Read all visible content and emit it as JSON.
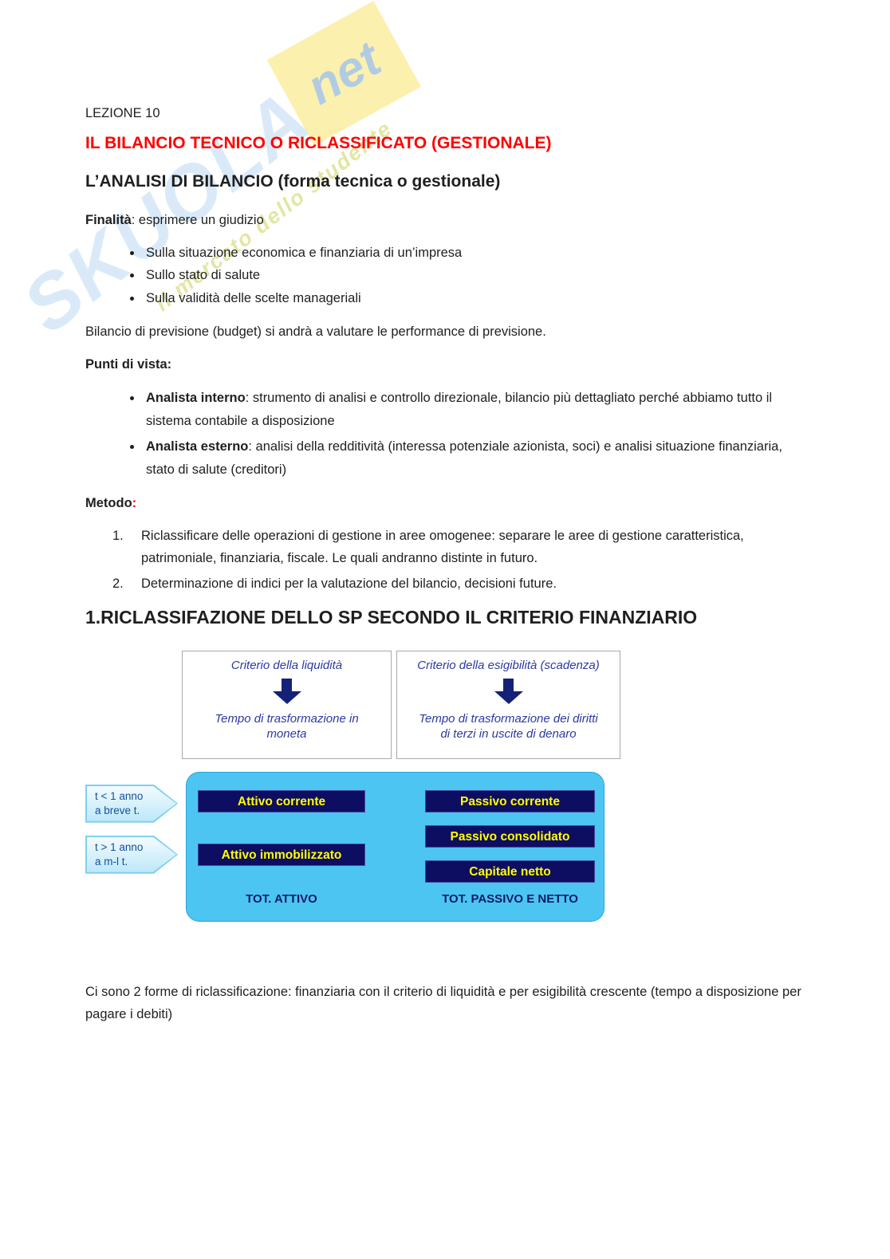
{
  "colors": {
    "accent": "#ff0000",
    "text": "#1f1f1f",
    "panel": "#4dc5f2",
    "panel_border": "#29a3d6",
    "navy": "#0d0d62",
    "box_text": "#ffff00",
    "arrow": "#152178",
    "crit_blue": "#2b3aa0",
    "tag_text": "#15509b"
  },
  "watermark": {
    "word": "SKUOLA",
    "net": "net",
    "tagline": "il mercato dello studente"
  },
  "header": {
    "lesson": "LEZIONE 10",
    "title_red": "IL BILANCIO TECNICO O RICLASSIFICATO (GESTIONALE)",
    "title_black": "L’ANALISI DI BILANCIO (forma tecnica o gestionale)"
  },
  "finalita": {
    "label": "Finalità",
    "intro_rest": ": esprimere un giudizio",
    "bullets": [
      "Sulla situazione economica e finanziaria di un’impresa",
      "Sullo stato di salute",
      "Sulla validità delle scelte manageriali"
    ]
  },
  "budget_text": "Bilancio di previsione (budget) si andrà a valutare le performance di previsione.",
  "punti": {
    "label": "Punti di vista:",
    "bullets": [
      {
        "bold": "Analista interno",
        "rest": ": strumento di analisi e controllo direzionale, bilancio più dettagliato perché abbiamo tutto il sistema contabile a disposizione"
      },
      {
        "bold": "Analista esterno",
        "rest": ": analisi della redditività (interessa potenziale azionista, soci) e analisi situazione finanziaria, stato di salute (creditori)"
      }
    ]
  },
  "metodo": {
    "label": "Metodo",
    "colon": ":",
    "items": [
      {
        "num": "1.",
        "text": "Riclassificare delle operazioni di gestione in aree omogenee: separare le aree di gestione caratteristica, patrimoniale, finanziaria, fiscale. Le quali andranno distinte in futuro."
      },
      {
        "num": "2.",
        "text": "Determinazione di indici per la valutazione del bilancio, decisioni future."
      }
    ]
  },
  "section_title": "1.RICLASSIFAZIONE DELLO SP SECONDO IL CRITERIO FINANZIARIO",
  "diagram": {
    "criteria_left": {
      "title": "Criterio della liquidità",
      "result": "Tempo di trasformazione in moneta"
    },
    "criteria_right": {
      "title": "Criterio della esigibilità (scadenza)",
      "result": "Tempo di trasformazione dei diritti di terzi in uscite di denaro"
    },
    "time_tags": [
      {
        "line1": "t < 1 anno",
        "line2": "a breve t."
      },
      {
        "line1": "t > 1 anno",
        "line2": "a m-l t."
      }
    ],
    "left_boxes": [
      "Attivo corrente",
      "Attivo immobilizzato"
    ],
    "right_boxes": [
      "Passivo corrente",
      "Passivo consolidato",
      "Capitale netto"
    ],
    "totals": {
      "left": "TOT. ATTIVO",
      "right": "TOT. PASSIVO E NETTO"
    }
  },
  "closing_text": "Ci sono 2 forme di riclassificazione: finanziaria con il criterio di liquidità e per esigibilità crescente (tempo a disposizione per pagare i debiti)"
}
